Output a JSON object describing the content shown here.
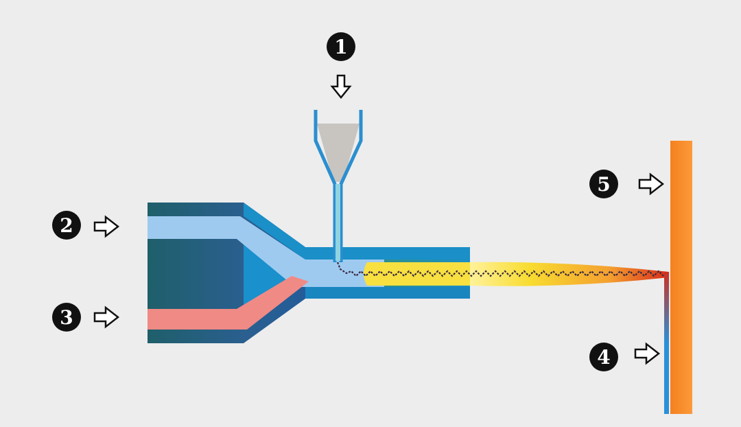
{
  "labels": {
    "l1": "1",
    "l2": "2",
    "l3": "3",
    "l4": "4",
    "l5": "5"
  },
  "colors": {
    "background": "#ededed",
    "outer_channel": "#1a8fc8",
    "light_flow": "#9fcaf0",
    "pink_flow": "#f08a85",
    "jet_yellow": "#f8e040",
    "jet_red": "#e04020",
    "collector": "#f78a2a",
    "nozzle": "#2a8fd0",
    "needle_fluid": "#c8c4c0"
  }
}
